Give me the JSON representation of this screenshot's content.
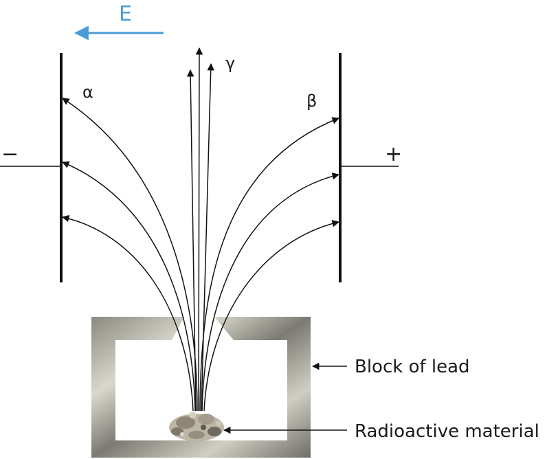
{
  "field": {
    "label": "E",
    "color": "#4a9bd6"
  },
  "plates": {
    "left_sign": "−",
    "right_sign": "+"
  },
  "rays": {
    "alpha": "α",
    "beta": "β",
    "gamma": "γ"
  },
  "labels": {
    "block": "Block of lead",
    "material": "Radioactive material"
  },
  "colors": {
    "ink": "#111111",
    "lead_dark": "#6b6a63",
    "lead_light": "#e3e2d8",
    "rock": "#b8b1a0"
  }
}
